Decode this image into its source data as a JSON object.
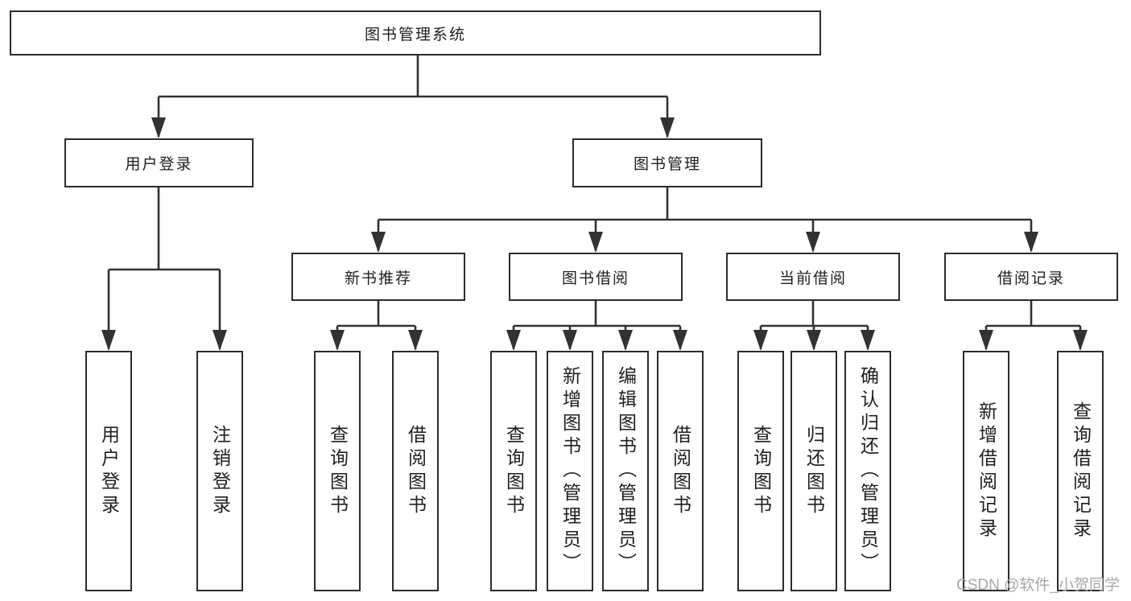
{
  "diagram": {
    "root": {
      "label": "图书管理系统"
    },
    "branches": [
      {
        "label": "用户登录",
        "children": [
          {
            "label": "用户登录"
          },
          {
            "label": "注销登录"
          }
        ]
      },
      {
        "label": "图书管理",
        "children": [
          {
            "label": "新书推荐",
            "children": [
              {
                "label": "查询图书"
              },
              {
                "label": "借阅图书"
              }
            ]
          },
          {
            "label": "图书借阅",
            "children": [
              {
                "label": "查询图书"
              },
              {
                "label": "新增图书（管理员）"
              },
              {
                "label": "编辑图书（管理员）"
              },
              {
                "label": "借阅图书"
              }
            ]
          },
          {
            "label": "当前借阅",
            "children": [
              {
                "label": "查询图书"
              },
              {
                "label": "归还图书"
              },
              {
                "label": "确认归还（管理员）"
              }
            ]
          },
          {
            "label": "借阅记录",
            "children": [
              {
                "label": "新增借阅记录"
              },
              {
                "label": "查询借阅记录"
              }
            ]
          }
        ]
      }
    ]
  },
  "watermark": {
    "text": "CSDN @软件_小贺同学",
    "color": "#a8a8a8"
  },
  "colors": {
    "line": "#323232",
    "box_border": "#2c2c2c",
    "text": "#1f1f1f",
    "background": "#ffffff"
  }
}
